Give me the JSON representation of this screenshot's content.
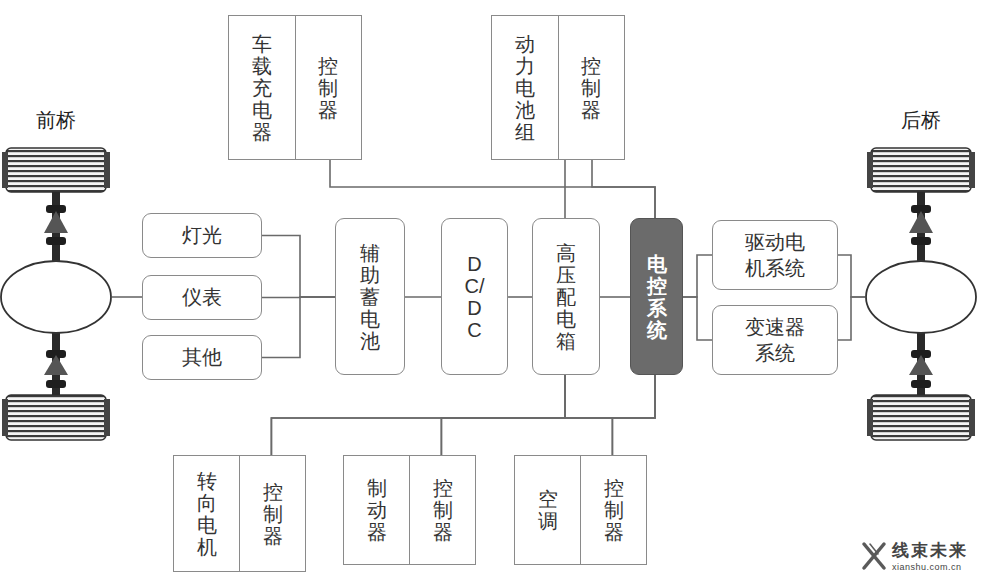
{
  "diagram": {
    "nodes": [
      {
        "text": [
          "车载充电器",
          "控制器"
        ]
      },
      {
        "text": [
          "动力电池组",
          "控制器"
        ]
      },
      {
        "text": [
          "前桥"
        ]
      },
      {
        "text": [
          "灯光"
        ]
      },
      {
        "text": [
          "仪表"
        ]
      },
      {
        "text": [
          "其他"
        ]
      },
      {
        "text": [
          "辅助蓄电池"
        ]
      },
      {
        "text": [
          "DC/DC"
        ]
      },
      {
        "text": [
          "高压配电箱"
        ]
      },
      {
        "text": [
          "电控系统"
        ]
      },
      {
        "text": [
          "驱动电机系统"
        ]
      },
      {
        "text": [
          "变速器系统"
        ]
      },
      {
        "text": [
          "后桥"
        ]
      },
      {
        "text": [
          "转向电机",
          "控制器"
        ]
      },
      {
        "text": [
          "制动器",
          "控制器"
        ]
      },
      {
        "text": [
          "空调",
          "控制器"
        ]
      }
    ],
    "edges": [
      {
        "from": 0,
        "to": 9,
        "arrow": "none"
      },
      {
        "from": 1,
        "to": 9,
        "arrow": "none"
      },
      {
        "from": 1,
        "to": 8,
        "arrow": "none"
      },
      {
        "from": 3,
        "to": 6,
        "arrow": "none"
      },
      {
        "from": 4,
        "to": 6,
        "arrow": "none"
      },
      {
        "from": 5,
        "to": 6,
        "arrow": "none"
      },
      {
        "from": 4,
        "to": 2,
        "arrow": "none"
      },
      {
        "from": 6,
        "to": 7,
        "arrow": "none"
      },
      {
        "from": 7,
        "to": 8,
        "arrow": "none"
      },
      {
        "from": 8,
        "to": 9,
        "arrow": "none"
      },
      {
        "from": 9,
        "to": 10,
        "arrow": "none"
      },
      {
        "from": 9,
        "to": 11,
        "arrow": "none"
      },
      {
        "from": 10,
        "to": 12,
        "arrow": "none"
      },
      {
        "from": 11,
        "to": 12,
        "arrow": "none"
      },
      {
        "from": 8,
        "to": 13,
        "arrow": "none"
      },
      {
        "from": 8,
        "to": 14,
        "arrow": "none"
      },
      {
        "from": 8,
        "to": 15,
        "arrow": "none"
      },
      {
        "from": 9,
        "to": 13,
        "arrow": "none"
      },
      {
        "from": 9,
        "to": 14,
        "arrow": "none"
      },
      {
        "from": 9,
        "to": 15,
        "arrow": "none"
      }
    ],
    "labels": [
      "线束未来",
      "xianshu.com.cn"
    ]
  }
}
